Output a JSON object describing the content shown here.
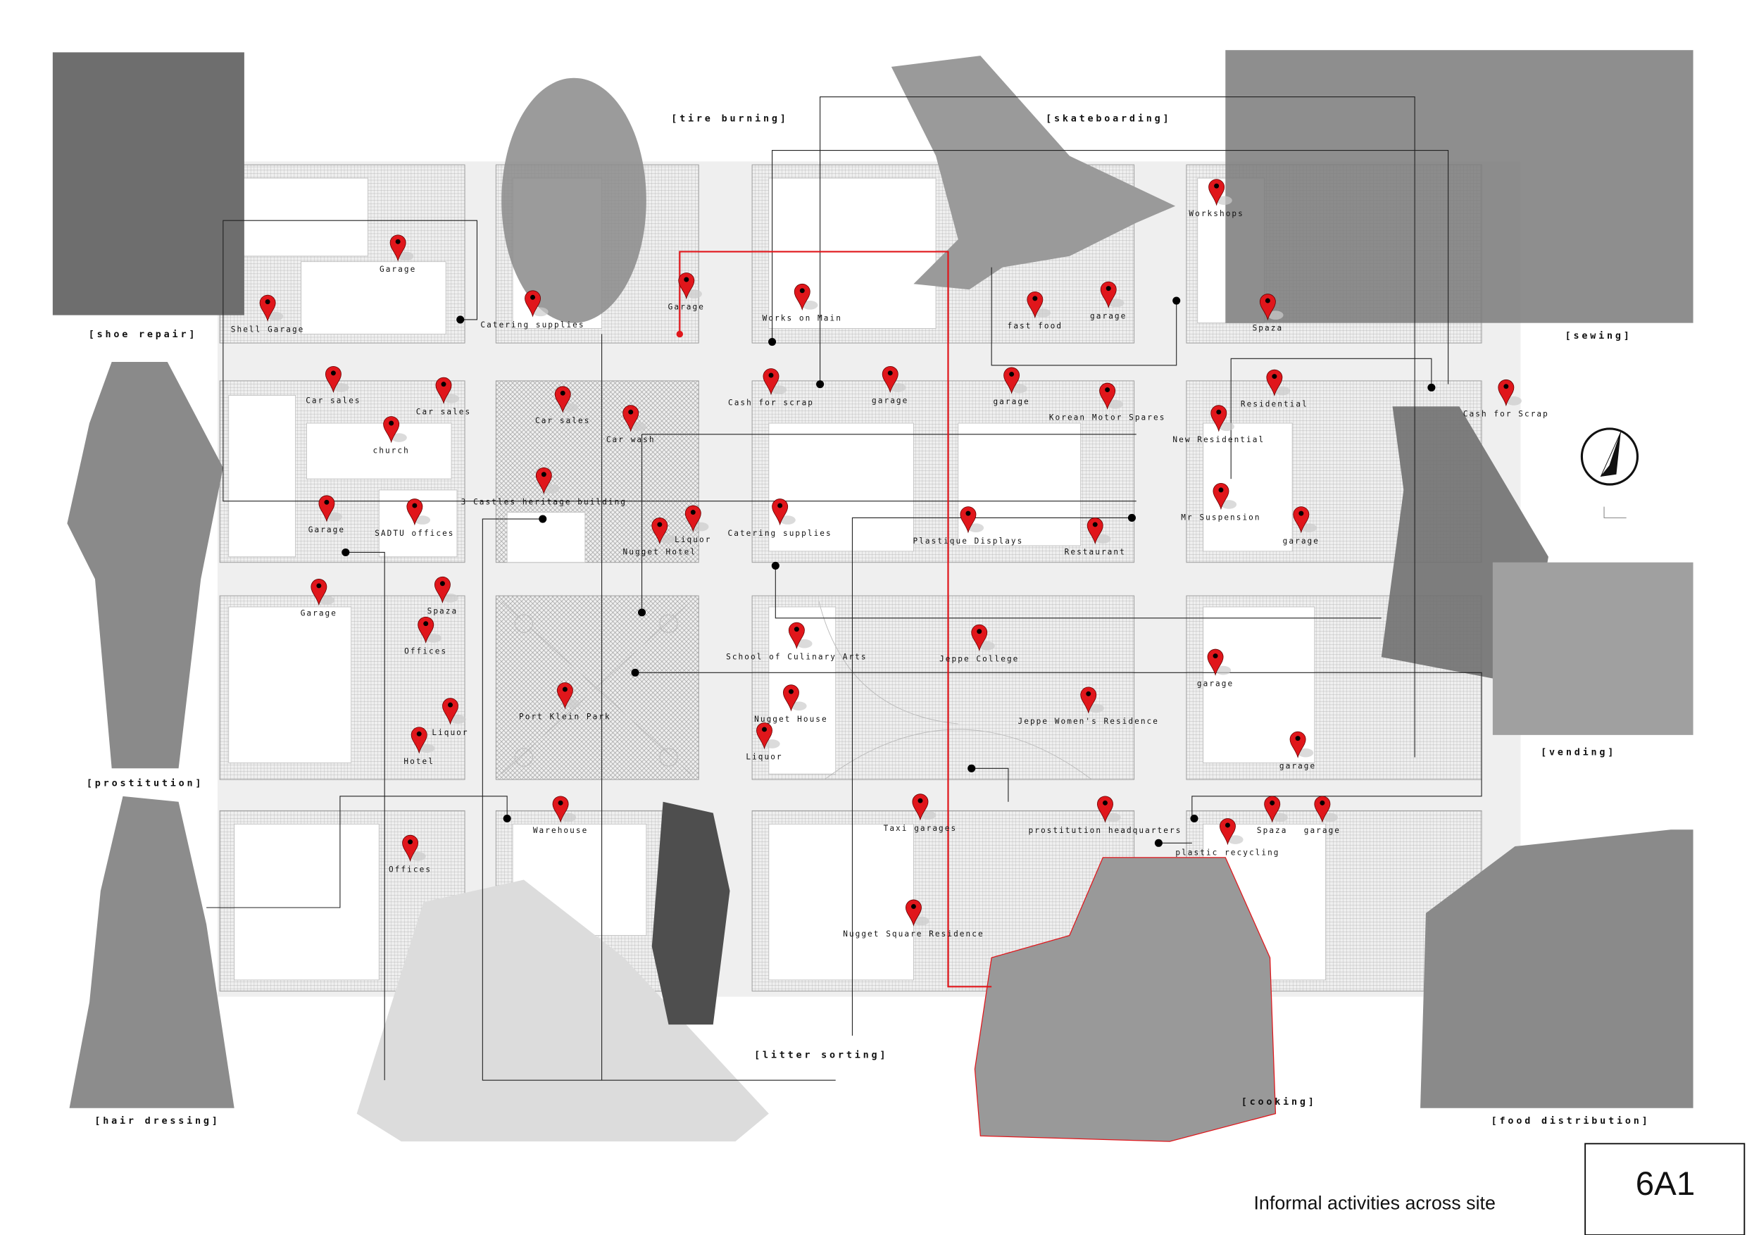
{
  "title": "Informal activities across site",
  "sheet_code": "6A1",
  "colors": {
    "pin": "#e0161b",
    "route": "#e0161b",
    "block": "#ffffff",
    "street": "#eeeeee"
  },
  "captions": {
    "shoe_repair": "[shoe repair]",
    "tire_burning": "[tire burning]",
    "skateboarding": "[skateboarding]",
    "sewing": "[sewing]",
    "prostitution": "[prostitution]",
    "vending": "[vending]",
    "hair_dressing": "[hair dressing]",
    "litter_sorting": "[litter sorting]",
    "cooking": "[cooking]",
    "food_distribution": "[food distribution]"
  },
  "pins": [
    "Garage",
    "Shell Garage",
    "Catering supplies",
    "Garage",
    "Works on Main",
    "fast food",
    "garage",
    "Workshops",
    "Spaza",
    "Car sales",
    "Car sales",
    "church",
    "Car sales",
    "Car wash",
    "3 Castles heritage building",
    "Garage",
    "SADTU offices",
    "Liquor",
    "Nugget Hotel",
    "Catering supplies",
    "Cash for scrap",
    "garage",
    "garage",
    "Korean Motor Spares",
    "Residential",
    "New Residential",
    "Cash for Scrap",
    "Plastique Displays",
    "Restaurant",
    "Mr Suspension",
    "garage",
    "Garage",
    "Spaza",
    "Offices",
    "Liquor",
    "Hotel",
    "Port Klein Park",
    "School of Culinary Arts",
    "Jeppe College",
    "Nugget House",
    "Liquor",
    "Jeppe Women's Residence",
    "garage",
    "garage",
    "Warehouse",
    "Offices",
    "Taxi garages",
    "prostitution headquarters",
    "Spaza",
    "garage",
    "plastic recycling",
    "Nugget Square Residence"
  ]
}
